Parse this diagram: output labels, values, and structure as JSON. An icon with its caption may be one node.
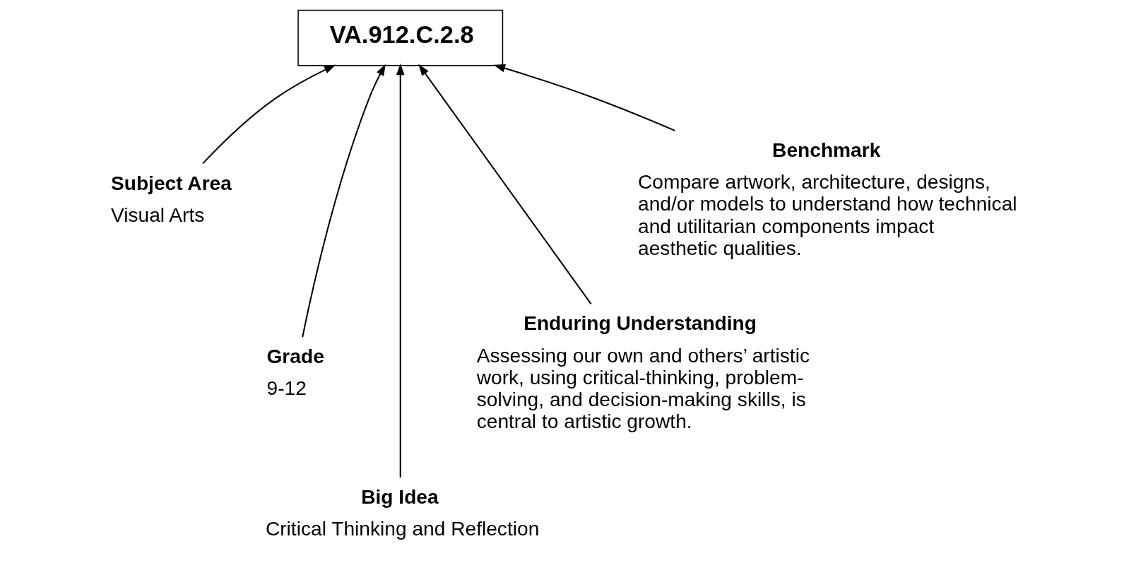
{
  "diagram": {
    "nodes": [
      {
        "text": [
          "VA.912.C.2.8"
        ]
      },
      {
        "text": [
          "Subject Area",
          "Visual Arts"
        ]
      },
      {
        "text": [
          "Grade",
          "9-12"
        ]
      },
      {
        "text": [
          "Big Idea",
          "Critical Thinking and Reflection"
        ]
      },
      {
        "text": [
          "Enduring Understanding",
          "Assessing our own and others’ artistic work, using critical-thinking, problem-solving, and decision-making skills, is central to artistic growth."
        ]
      },
      {
        "text": [
          "Benchmark",
          "Compare artwork, architecture, designs, and/or models to understand how technical and utilitarian components impact aesthetic qualities."
        ]
      }
    ],
    "edges": [
      {
        "from": 1,
        "to": 0,
        "arrow": "to"
      },
      {
        "from": 2,
        "to": 0,
        "arrow": "to"
      },
      {
        "from": 3,
        "to": 0,
        "arrow": "to"
      },
      {
        "from": 4,
        "to": 0,
        "arrow": "to"
      },
      {
        "from": 5,
        "to": 0,
        "arrow": "to"
      }
    ]
  }
}
